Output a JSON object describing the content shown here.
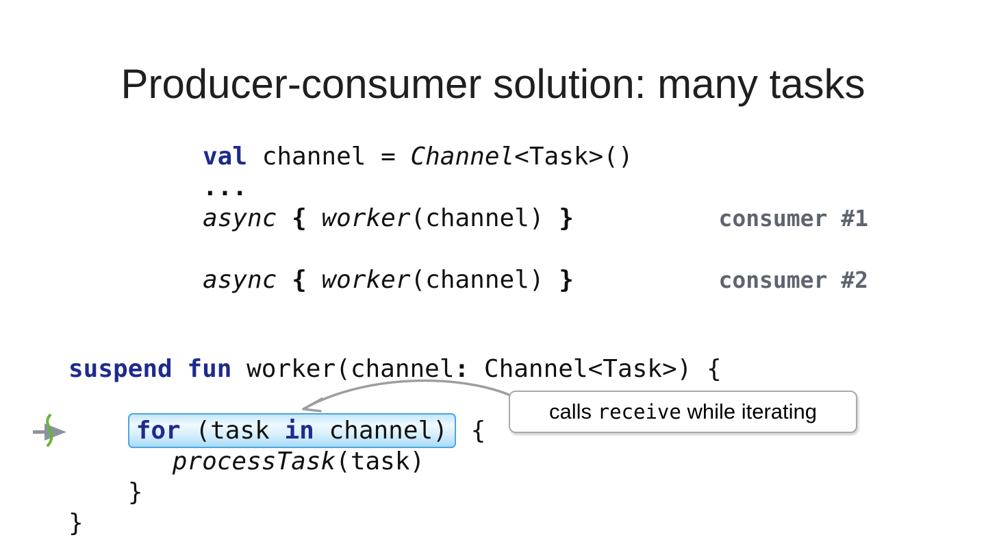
{
  "title": "Producer-consumer solution: many tasks",
  "colors": {
    "background": "#ffffff",
    "title_color": "#1f1f1f",
    "code_text": "#111111",
    "keyword_navy": "#1e2b8d",
    "label_gray": "#5e656f",
    "highlight_border": "#4fa5dd",
    "highlight_fill": "#bfe5f9",
    "arrow_gray": "#9e9e9e",
    "icon_green": "#68b43a",
    "icon_gray": "#8d939b",
    "tooltip_border": "#a9a9a9"
  },
  "code_top": {
    "line1": {
      "kw": "val",
      "p1": " channel = ",
      "it": "Channel",
      "p2": "<Task>()"
    },
    "line2": {
      "b": "..."
    },
    "async_line": {
      "it1": "async",
      "sp1": " ",
      "b1": "{",
      "sp2": " ",
      "it2": "worker",
      "p1": "(channel)",
      "sp3": " ",
      "b2": "}"
    }
  },
  "labels": {
    "consumer1": "consumer #1",
    "consumer2": "consumer #2"
  },
  "code_bottom": {
    "line1": {
      "kw": "suspend fun",
      "p1": " worker(channel",
      "b": ":",
      "p2": " Channel<Task>) {"
    },
    "line3": {
      "indent": "    ",
      "box": {
        "kw1": "for",
        "p1": " (task ",
        "kw2": "in",
        "p2": " channel)"
      },
      "tail": " {"
    },
    "line4": {
      "indent": "       ",
      "it": "processTask",
      "p": "(task)"
    },
    "line5": {
      "p": "    }"
    },
    "line6": {
      "p": "}"
    }
  },
  "tooltip": {
    "pre": "calls ",
    "code": "receive",
    "post": " while iterating"
  },
  "icons": {
    "jump_icon": "gray right-arrow crossed by green squiggle",
    "callout_arrow": "curved gray arrow from tooltip to highlighted for-loop"
  }
}
